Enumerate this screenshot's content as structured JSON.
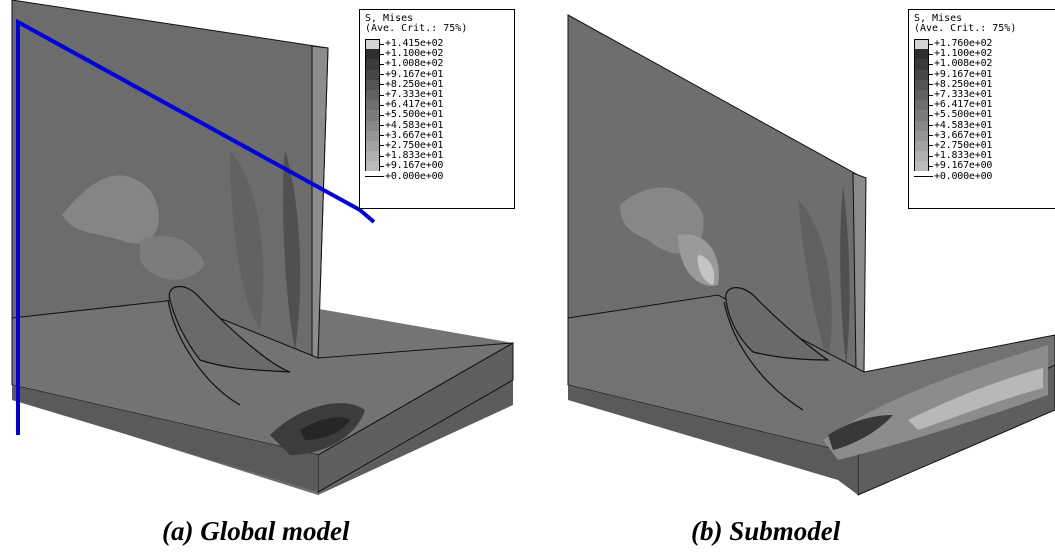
{
  "panels": [
    {
      "caption": "(a) Global model",
      "legend": {
        "title": "S, Mises",
        "subtitle": "(Ave. Crit.: 75%)",
        "values": [
          "+1.415e+02",
          "+1.100e+02",
          "+1.008e+02",
          "+9.167e+01",
          "+8.250e+01",
          "+7.333e+01",
          "+6.417e+01",
          "+5.500e+01",
          "+4.583e+01",
          "+3.667e+01",
          "+2.750e+01",
          "+1.833e+01",
          "+9.167e+00",
          "+0.000e+00"
        ],
        "colors": [
          "#d4d4d4",
          "#2e2e2e",
          "#3b3b3b",
          "#474747",
          "#545454",
          "#616161",
          "#6e6e6e",
          "#7b7b7b",
          "#888888",
          "#959595",
          "#a2a2a2",
          "#afafaf",
          "#bcbcbc"
        ]
      },
      "cut_line_color": "#0000dd"
    },
    {
      "caption": "(b) Submodel",
      "legend": {
        "title": "S, Mises",
        "subtitle": "(Ave. Crit.: 75%)",
        "values": [
          "+1.760e+02",
          "+1.100e+02",
          "+1.008e+02",
          "+9.167e+01",
          "+8.250e+01",
          "+7.333e+01",
          "+6.417e+01",
          "+5.500e+01",
          "+4.583e+01",
          "+3.667e+01",
          "+2.750e+01",
          "+1.833e+01",
          "+9.167e+00",
          "+0.000e+00"
        ],
        "colors": [
          "#d4d4d4",
          "#2e2e2e",
          "#3b3b3b",
          "#474747",
          "#545454",
          "#616161",
          "#6e6e6e",
          "#7b7b7b",
          "#888888",
          "#959595",
          "#a2a2a2",
          "#afafaf",
          "#bcbcbc"
        ]
      }
    }
  ]
}
